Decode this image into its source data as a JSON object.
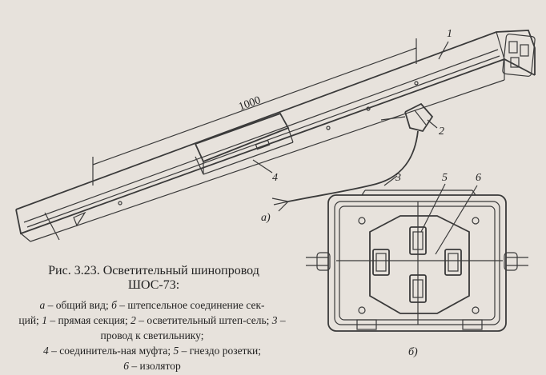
{
  "figure": {
    "dimension_label": "1000",
    "part_labels": [
      "1",
      "2",
      "3",
      "4",
      "5",
      "6"
    ],
    "view_a_label": "а)",
    "view_b_label": "б)"
  },
  "caption": {
    "title_line1": "Рис. 3.23. Осветительный шинопровод",
    "title_line2": "ШОС-73:",
    "desc": [
      {
        "k": "а",
        "t": " – общий вид; "
      },
      {
        "k": "б",
        "t": " – штепсельное соединение сек-"
      },
      {
        "k": "",
        "t": "ций; "
      },
      {
        "k": "1",
        "t": " – прямая секция; "
      },
      {
        "k": "2",
        "t": " – осветительный штеп-"
      },
      {
        "k": "",
        "t": "сель; "
      },
      {
        "k": "3",
        "t": " – провод к светильнику; "
      },
      {
        "k": "4",
        "t": " – соединитель-"
      },
      {
        "k": "",
        "t": "ная муфта; "
      },
      {
        "k": "5",
        "t": " – гнездо розетки; "
      },
      {
        "k": "6",
        "t": " – изолятор"
      }
    ]
  }
}
